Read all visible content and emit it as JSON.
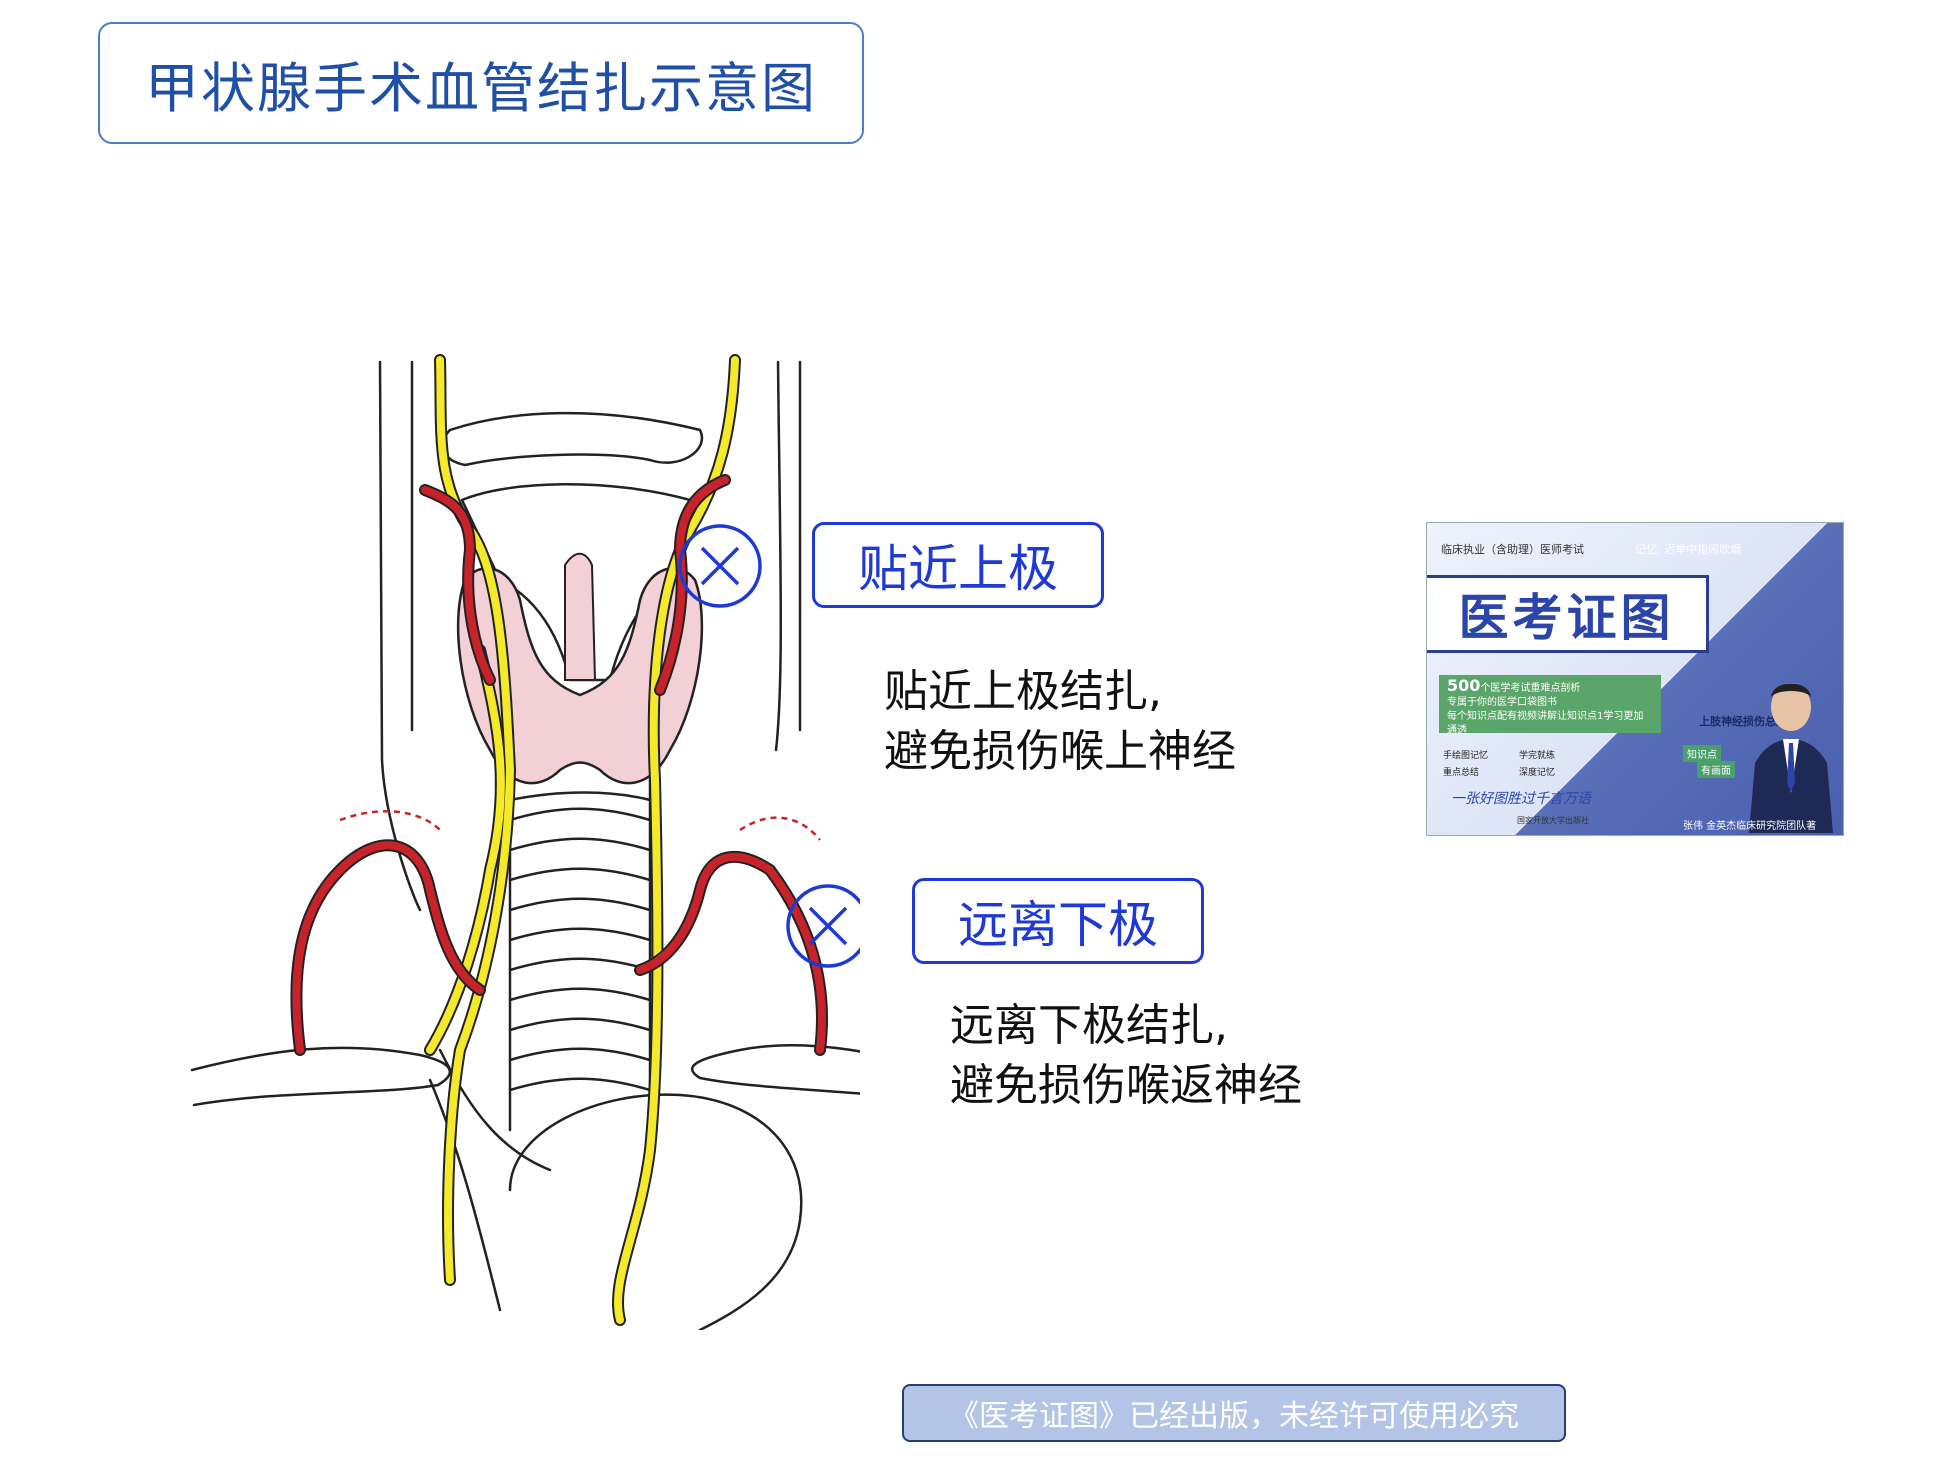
{
  "title": "甲状腺手术血管结扎示意图",
  "callouts": {
    "upper": {
      "label": "贴近上极",
      "note_line1": "贴近上极结扎,",
      "note_line2": "避免损伤喉上神经"
    },
    "lower": {
      "label": "远离下极",
      "note_line1": "远离下极结扎,",
      "note_line2": "避免损伤喉返神经"
    }
  },
  "book": {
    "series": "临床执业（含助理）医师考试",
    "memo": "记忆: 迟举中指闹吹烟",
    "title": "医考证图",
    "banner_count": "500",
    "banner_line1": "个医学考试重难点剖析",
    "banner_line2": "专属于你的医学口袋图书",
    "banner_line3": "每个知识点配有视频讲解让知识点1学习更加通透",
    "features": [
      "手绘图记忆",
      "学完就练",
      "重点总结",
      "深度记忆"
    ],
    "side_label": "上肢神经损伤总结",
    "tag1": "知识点",
    "tag2": "有画面",
    "slogan": "一张好图胜过千言万语",
    "publisher": "国家开放大学出版社",
    "author": "张伟 金英杰临床研究院团队著"
  },
  "footer": "《医考证图》已经出版，未经许可使用必究",
  "colors": {
    "artery": "#c8232a",
    "nerve": "#f5ea2a",
    "thyroid": "#f3cfd6",
    "callout": "#1f39d6",
    "title": "#1f4fa6"
  },
  "icons": [
    "ligation-mark-icon"
  ]
}
